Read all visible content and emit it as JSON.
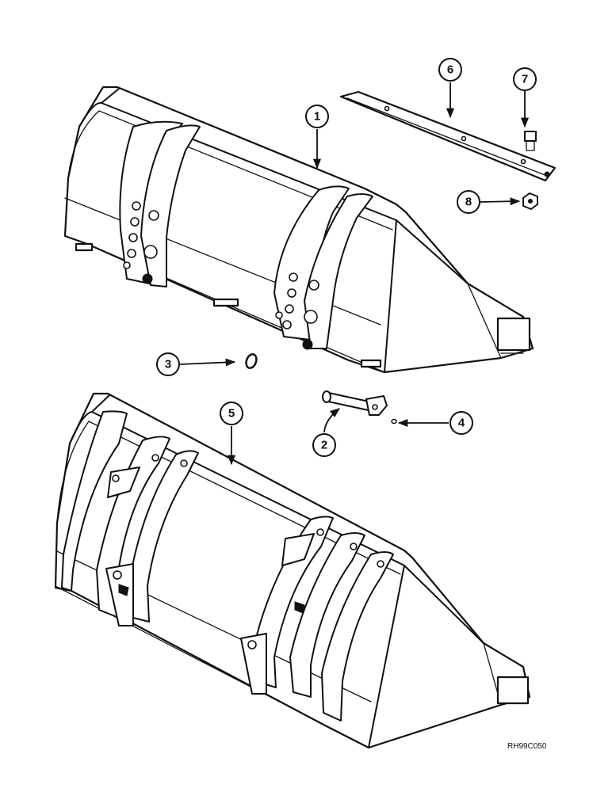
{
  "callouts": [
    {
      "id": "1",
      "label": "1"
    },
    {
      "id": "2",
      "label": "2"
    },
    {
      "id": "3",
      "label": "3"
    },
    {
      "id": "4",
      "label": "4"
    },
    {
      "id": "5",
      "label": "5"
    },
    {
      "id": "6",
      "label": "6"
    },
    {
      "id": "7",
      "label": "7"
    },
    {
      "id": "8",
      "label": "8"
    }
  ],
  "reference_code": "RH99C050",
  "colors": {
    "ink": "#111111",
    "paper": "#ffffff"
  }
}
